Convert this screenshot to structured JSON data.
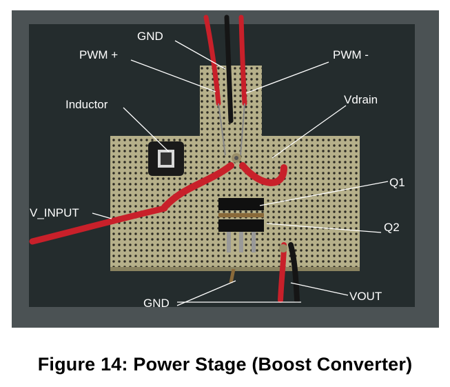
{
  "figure": {
    "caption": "Figure 14: Power Stage (Boost Converter)"
  },
  "photo": {
    "labels": {
      "gnd_top": "GND",
      "pwm_plus": "PWM +",
      "pwm_minus": "PWM -",
      "inductor": "Inductor",
      "vdrain": "Vdrain",
      "q1": "Q1",
      "q2": "Q2",
      "v_input": "V_INPUT",
      "gnd_bottom": "GND",
      "vout": "VOUT"
    }
  },
  "colors": {
    "background": "#4b5254",
    "pcb": "#b6b08a",
    "wire_red": "#c8202a",
    "wire_black": "#151515",
    "label_text": "#ffffff",
    "caption_text": "#000000"
  }
}
